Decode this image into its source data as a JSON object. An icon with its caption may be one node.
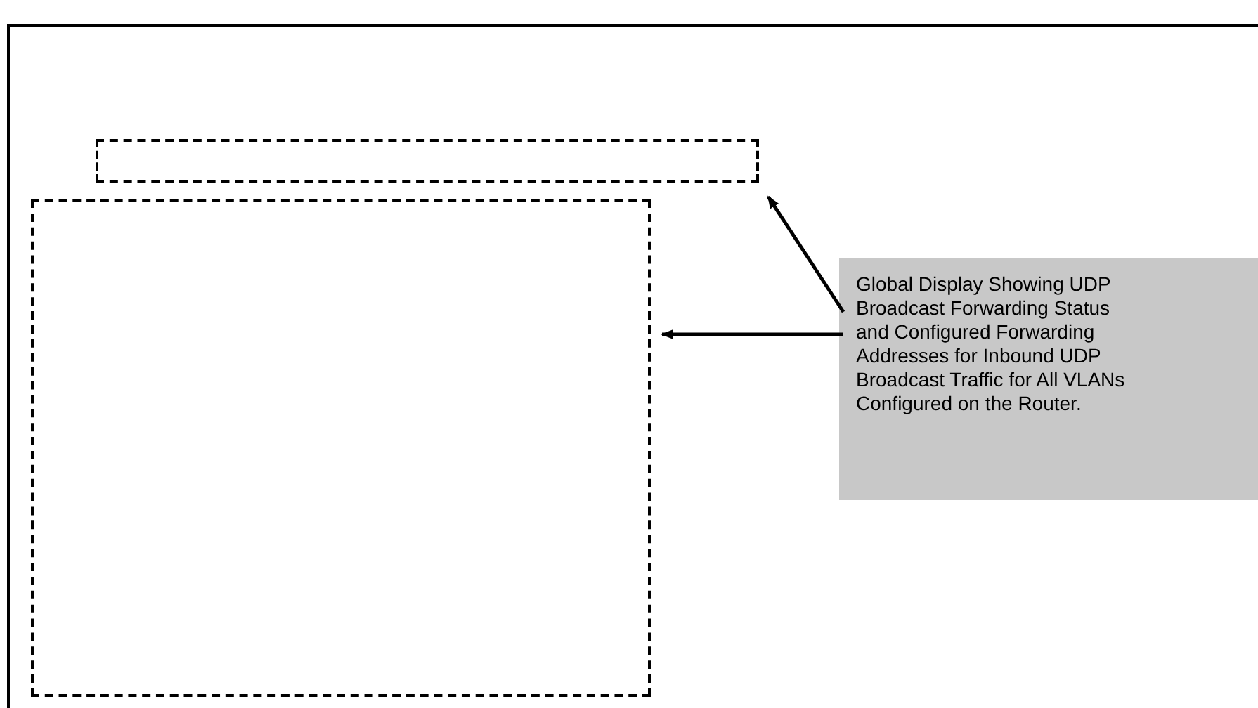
{
  "diagram": {
    "nodes": [
      {
        "text": [],
        "shape": "box"
      },
      {
        "text": [],
        "shape": "box"
      },
      {
        "text": [
          "Global Display Showing UDP Broadcast Forwarding Status and Configured Forwarding Addresses for Inbound UDP Broadcast Traffic for All VLANs Configured on the Router."
        ]
      }
    ],
    "edges": [
      {
        "from": 2,
        "to": 0,
        "arrow": "to"
      },
      {
        "from": 2,
        "to": 1,
        "arrow": "to"
      }
    ]
  }
}
